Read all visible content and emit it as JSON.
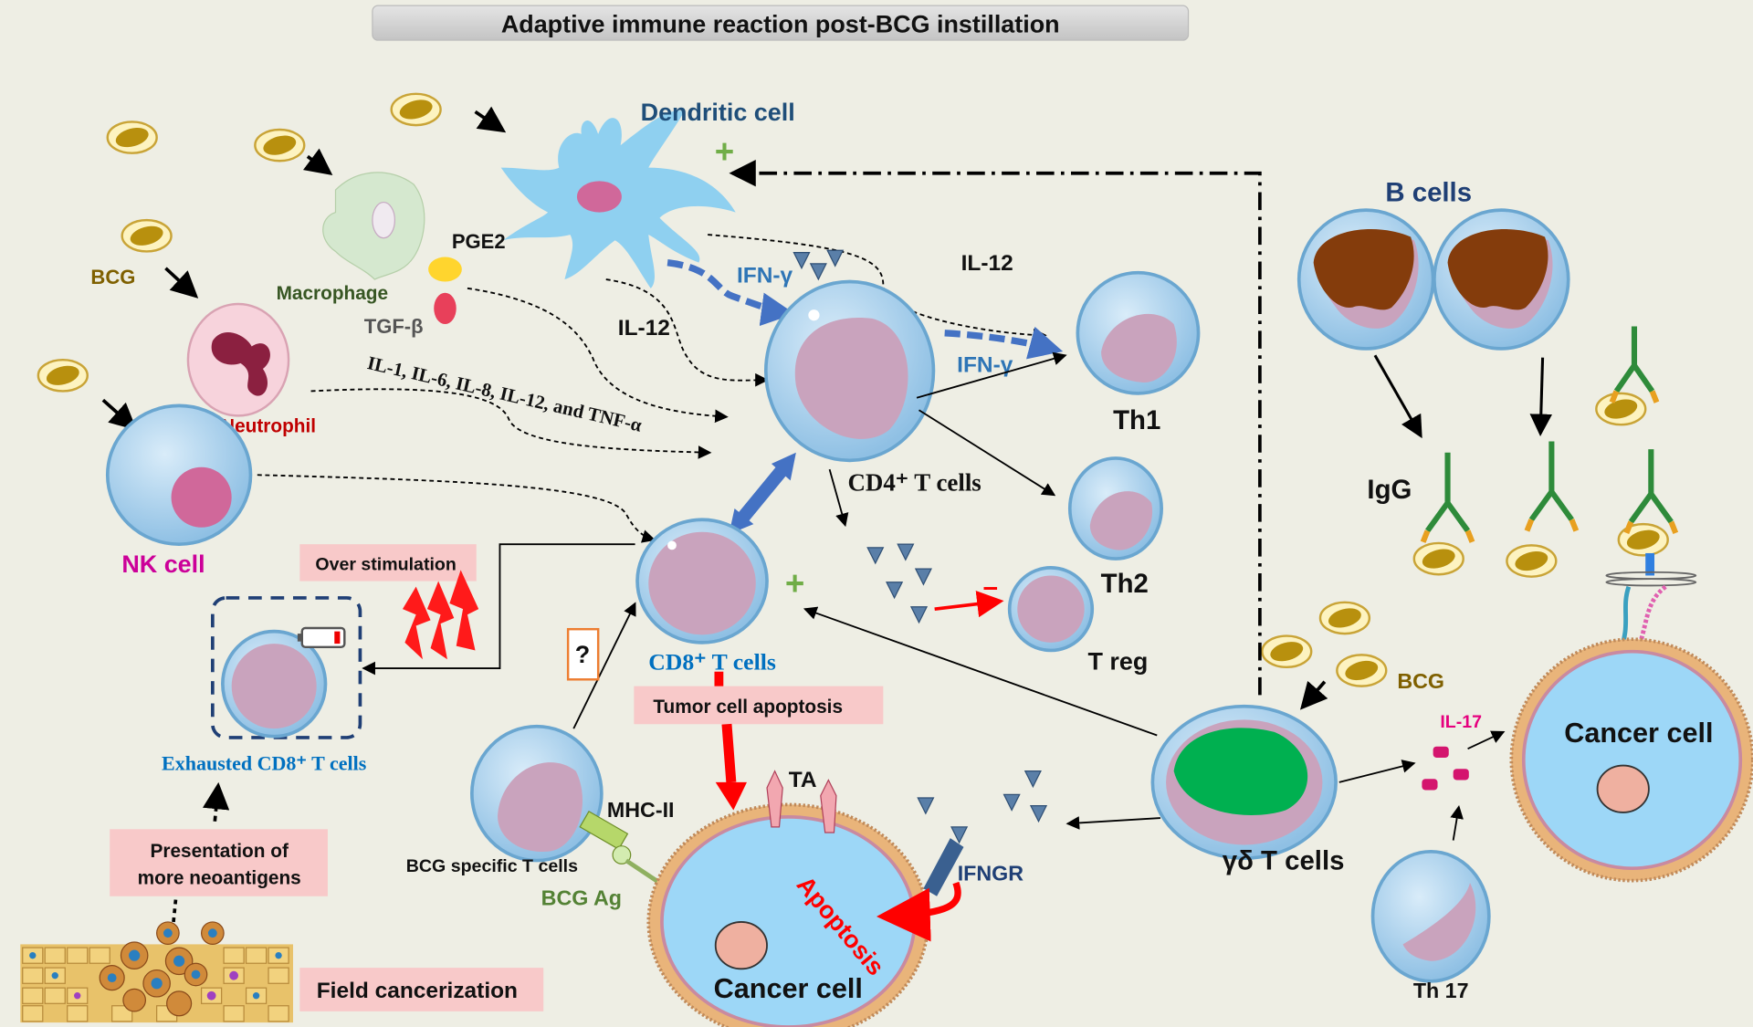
{
  "title": "Adaptive immune reaction post-BCG instillation",
  "labels": {
    "dendritic_cell": "Dendritic cell",
    "macrophage": "Macrophage",
    "pge2": "PGE2",
    "tgf_beta": "TGF-β",
    "bcg_left": "BCG",
    "neutrophil": "Neutrophil",
    "nk_cell": "NK cell",
    "il12_top": "IL-12",
    "il12_mid": "IL-12",
    "ifn_gamma_1": "IFN-γ",
    "ifn_gamma_2": "IFN-γ",
    "cytokines": "IL-1, IL-6, IL-8, IL-12, and TNF-α",
    "cd4": "CD4⁺ T cells",
    "th1": "Th1",
    "th2": "Th2",
    "treg": "T reg",
    "treg_inhibit": "–",
    "cd8": "CD8⁺ T cells",
    "over_stimulation": "Over stimulation",
    "exhausted": "Exhausted CD8⁺ T cells",
    "question": "?",
    "tumor_apoptosis": "Tumor  cell apoptosis",
    "presentation": [
      "Presentation of",
      "more neoantigens"
    ],
    "field_cancerization": "Field cancerization",
    "bcg_specific": "BCG specific T cells",
    "mhc_ii": "MHC-II",
    "bcg_ag": "BCG Ag",
    "ta": "TA",
    "ifngr": "IFNGR",
    "apoptosis": "Apoptosis",
    "cancer_cell_bottom": "Cancer cell",
    "gd_t_cells": "γδ T cells",
    "bcg_right": "BCG",
    "il17": "IL-17",
    "th17": "Th 17",
    "b_cells": "B cells",
    "igg": "IgG",
    "cancer_cell_right": "Cancer cell"
  },
  "colors": {
    "background": "#eeeee4",
    "title_bar": "#d3d3d3",
    "label_box": "#f8c9c9",
    "dendritic_label": "#1f4e79",
    "bcg_label": "#7f6000",
    "neutrophil_label": "#c00000",
    "nk_label": "#cc0099",
    "cd8_label": "#0070c0",
    "ifn_label": "#2e75b6",
    "gd_cell": "#00b050",
    "cancer_cell": "#9dd7f7",
    "arrow_red": "#ff0000"
  }
}
